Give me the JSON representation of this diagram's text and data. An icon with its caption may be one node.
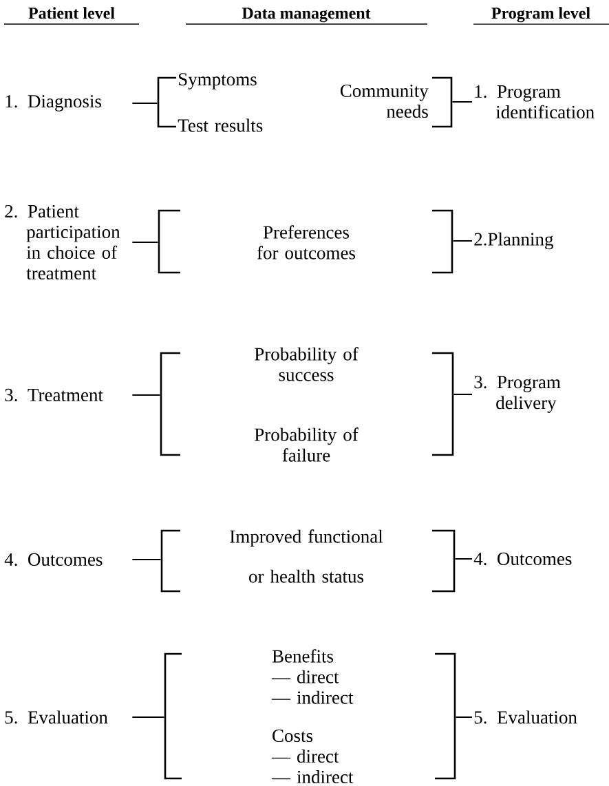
{
  "diagram": {
    "nodes": [
      {
        "text": [
          "1. Diagnosis"
        ]
      },
      {
        "text": [],
        "shape": "bracket"
      },
      {
        "text": [
          "Symptoms"
        ]
      },
      {
        "text": [
          "Test results"
        ]
      },
      {
        "text": [
          "Community needs"
        ]
      },
      {
        "text": [],
        "shape": "bracket"
      },
      {
        "text": [
          "1. Program identification"
        ]
      },
      {
        "text": [
          "2. Patient participation in choice of treatment"
        ]
      },
      {
        "text": [],
        "shape": "bracket"
      },
      {
        "text": [
          "Preferences for outcomes"
        ]
      },
      {
        "text": [],
        "shape": "bracket"
      },
      {
        "text": [
          "2.Planning"
        ]
      },
      {
        "text": [
          "3. Treatment"
        ]
      },
      {
        "text": [],
        "shape": "bracket"
      },
      {
        "text": [
          "Probability of success"
        ]
      },
      {
        "text": [
          "Probability of failure"
        ]
      },
      {
        "text": [],
        "shape": "bracket"
      },
      {
        "text": [
          "3. Program delivery"
        ]
      },
      {
        "text": [
          "4. Outcomes"
        ]
      },
      {
        "text": [],
        "shape": "bracket"
      },
      {
        "text": [
          "Improved functional",
          "or health status"
        ]
      },
      {
        "text": [],
        "shape": "bracket"
      },
      {
        "text": [
          "4. Outcomes"
        ]
      },
      {
        "text": [
          "5. Evaluation"
        ]
      },
      {
        "text": [],
        "shape": "bracket"
      },
      {
        "text": [
          "Benefits",
          "— direct",
          "— indirect"
        ]
      },
      {
        "text": [
          "Costs",
          "— direct",
          "— indirect"
        ]
      },
      {
        "text": [],
        "shape": "bracket"
      },
      {
        "text": [
          "5. Evaluation"
        ]
      }
    ],
    "edges": [
      {
        "from": 0,
        "to": 1,
        "arrow": "none"
      },
      {
        "from": 5,
        "to": 6,
        "arrow": "none"
      },
      {
        "from": 7,
        "to": 8,
        "arrow": "none"
      },
      {
        "from": 10,
        "to": 11,
        "arrow": "none"
      },
      {
        "from": 12,
        "to": 13,
        "arrow": "none"
      },
      {
        "from": 16,
        "to": 17,
        "arrow": "none"
      },
      {
        "from": 18,
        "to": 19,
        "arrow": "none"
      },
      {
        "from": 21,
        "to": 22,
        "arrow": "none"
      },
      {
        "from": 23,
        "to": 24,
        "arrow": "none"
      },
      {
        "from": 27,
        "to": 28,
        "arrow": "none"
      }
    ],
    "labels": [
      "Patient level",
      "Data management",
      "Program level"
    ]
  }
}
